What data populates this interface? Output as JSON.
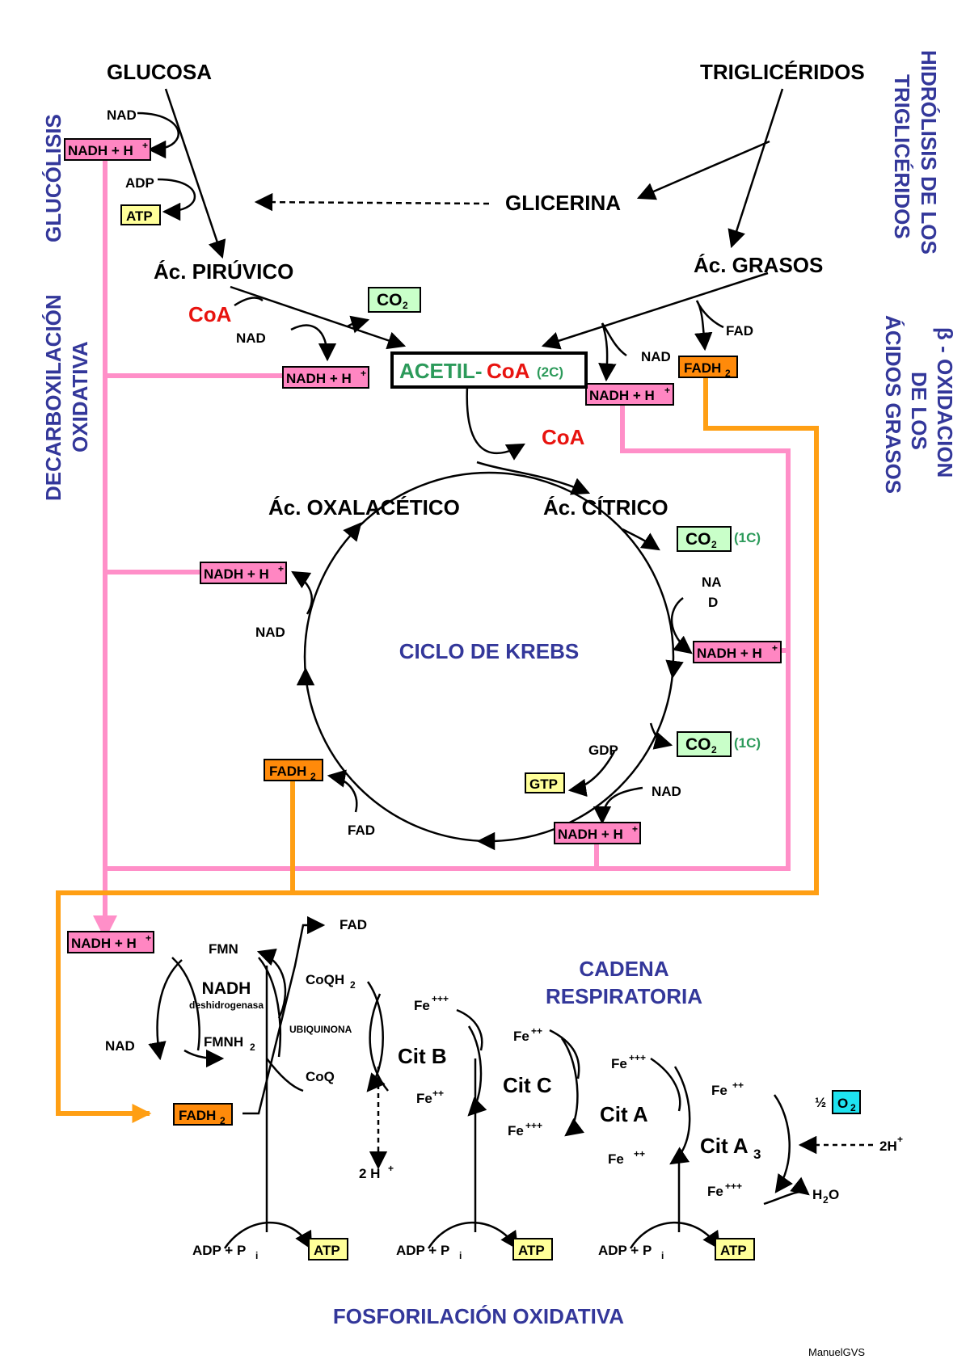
{
  "process_labels": {
    "glycolysis": "GLUCÓLISIS",
    "decarboxylation_1": "DECARBOXILACIÓN",
    "decarboxylation_2": "OXIDATIVA",
    "hydrolysis_1": "HIDRÓLISIS DE LOS",
    "hydrolysis_2": "TRIGLICÉRIDOS",
    "beta_1": "β - OXIDACION",
    "beta_2": "DE LOS",
    "beta_3": "ÁCIDOS GRASOS",
    "krebs": "CICLO DE KREBS",
    "chain_1": "CADENA",
    "chain_2": "RESPIRATORIA",
    "oxphos": "FOSFORILACIÓN OXIDATIVA"
  },
  "metabolites": {
    "glucose": "GLUCOSA",
    "triglycerides": "TRIGLICÉRIDOS",
    "glycerin": "GLICERINA",
    "pyruvic": "Ác. PIRÚVICO",
    "fatty_acids": "Ác. GRASOS",
    "acetyl": "ACETIL-",
    "acetyl_coa": "CoA",
    "acetyl_2c": "(2C)",
    "coa": "CoA",
    "oxaloacetic": "Ác. OXALACÉTICO",
    "citric": "Ác. CÍTRICO"
  },
  "cofactors": {
    "nad": "NAD",
    "na": "NA",
    "d": "D",
    "adp": "ADP",
    "atp": "ATP",
    "fad": "FAD",
    "gdp": "GDP",
    "gtp": "GTP",
    "nadh": "NADH + H",
    "plus": "+",
    "co2": "CO",
    "two": "2",
    "c1": "(1C)",
    "fadh": "FADH",
    "adp_pi": "ADP + P",
    "i": "i"
  },
  "chain": {
    "fmn": "FMN",
    "fmnh": "FMNH",
    "nadh": "NADH",
    "dehydrogenase": "deshidrogenasa",
    "coqh": "CoQH",
    "ubiquinone": "UBIQUINONA",
    "coq": "CoQ",
    "cit_b": "Cit B",
    "cit_c": "Cit C",
    "cit_a": "Cit A",
    "cit_a3": "Cit A",
    "sub3": "3",
    "fe3": "Fe",
    "fe3_sup": "+++",
    "fe2": "Fe",
    "fe2_sup": "++",
    "fe_b_sup": "++",
    "h2": "2 H",
    "two_h": "2H",
    "half": "½",
    "o2": "O",
    "h2o": "H",
    "h2o_sub": "2",
    "h2o_o": "O"
  },
  "credit": "ManuelGVS",
  "colors": {
    "pink_line": "#ff8fc8",
    "pink_box": "#ff86c2",
    "orange_line": "#ff9f14",
    "orange_box": "#ff8a0a",
    "yellow_box": "#ffff99",
    "green_box": "#c9ffc9",
    "cyan_box": "#1ee3f0",
    "blue_text": "#33379a",
    "red_text": "#e8130f",
    "green_text": "#2c9a5a"
  }
}
